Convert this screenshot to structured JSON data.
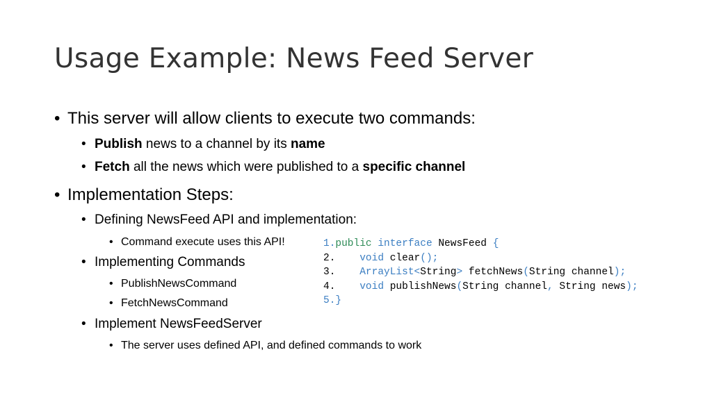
{
  "slide": {
    "title": "Usage Example: News Feed Server",
    "bullet_glyph": "•",
    "b1": {
      "text": "This server will allow clients to execute two commands:"
    },
    "b1a": {
      "bold1": "Publish",
      "text": " news to a channel by its ",
      "bold2": "name"
    },
    "b1b": {
      "bold1": "Fetch",
      "text": " all the news which were published to a ",
      "bold2": "specific channel"
    },
    "b2": {
      "text": "Implementation Steps:"
    },
    "b2a": {
      "text": "Defining NewsFeed API and implementation:"
    },
    "b2a1": {
      "text": "Command execute uses this API!"
    },
    "b2b": {
      "text": "Implementing Commands"
    },
    "b2b1": {
      "text": "PublishNewsCommand"
    },
    "b2b2": {
      "text": "FetchNewsCommand"
    },
    "b2c": {
      "text": "Implement NewsFeedServer"
    },
    "b2c1": {
      "text": "The server uses defined API, and defined commands to work"
    }
  },
  "code": {
    "line1": {
      "num": "1.",
      "kw1": "public",
      "kw2": "interface",
      "name": "NewsFeed",
      "brace": "{"
    },
    "line2": {
      "num": "2.",
      "kw": "void",
      "name": "clear",
      "paren": "();"
    },
    "line3": {
      "num": "3.",
      "type1": "ArrayList",
      "lt": "<",
      "type2": "String",
      "gt": ">",
      "name": "fetchNews",
      "p1": "(",
      "ptype": "String",
      "pname": "channel",
      "p2": ");"
    },
    "line4": {
      "num": "4.",
      "kw": "void",
      "name": "publishNews",
      "p1": "(",
      "ptype1": "String",
      "pname1": "channel",
      "comma": ",",
      "ptype2": "String",
      "pname2": "news",
      "p2": ");"
    },
    "line5": {
      "num": "5.",
      "brace": "}"
    }
  }
}
